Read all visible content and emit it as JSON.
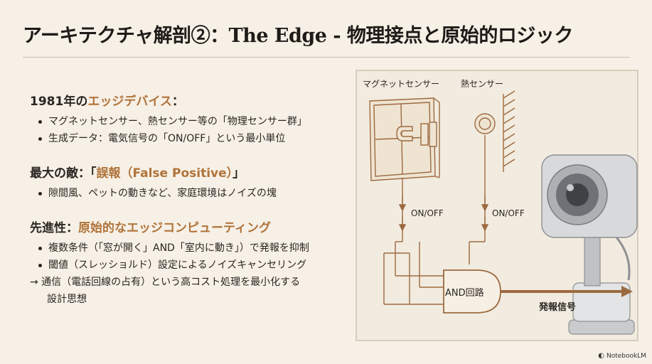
{
  "title": "アーキテクチャ解剖②：The Edge - 物理接点と原始的ロジック",
  "sections": [
    {
      "heading_prefix": "1981年の",
      "heading_accent": "エッジデバイス",
      "heading_suffix": "：",
      "bullets": [
        "マグネットセンサー、熱センサー等の「物理センサー群」",
        "生成データ：電気信号の「ON/OFF」という最小単位"
      ]
    },
    {
      "heading_prefix": "最大の敵：「",
      "heading_accent": "誤報（False Positive）",
      "heading_suffix": "」",
      "bullets": [
        "隙間風、ペットの動きなど、家庭環境はノイズの塊"
      ]
    },
    {
      "heading_prefix": "先進性：",
      "heading_accent": "原始的なエッジコンピューティング",
      "heading_suffix": "",
      "bullets": [
        "複数条件（「窓が開く」AND「室内に動き」）で発報を抑制",
        "閾値（スレッショルド）設定によるノイズキャンセリング"
      ],
      "arrow_line_1": "→ 通信（電話回線の占有）という高コスト処理を最小化する",
      "arrow_line_2": "設計思想"
    }
  ],
  "diagram": {
    "magnet_label": "マグネットセンサー",
    "heat_label": "熱センサー",
    "onoff_left": "ON/OFF",
    "onoff_right": "ON/OFF",
    "gate_label": "AND回路",
    "output_label": "発報信号",
    "accent_color": "#9c6a40"
  },
  "branding": {
    "name": "NotebookLM"
  }
}
